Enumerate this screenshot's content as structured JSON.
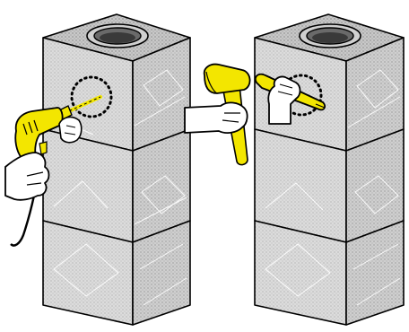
{
  "diagram": {
    "panels": [
      {
        "tool": "power-drill",
        "column_blocks": 3,
        "marked_hole": "dotted-circle",
        "flue_opening": "top-round-opening"
      },
      {
        "tool": "hammer-and-chisel",
        "column_blocks": 3,
        "marked_hole": "dotted-circle",
        "flue_opening": "top-round-opening"
      }
    ],
    "colors": {
      "tool_yellow": "#f3e600",
      "block_front_gray": "#d9d9d9",
      "block_side_gray": "#cdcdcd",
      "block_top_gray": "#c4c4c4",
      "outline": "#000000",
      "hand_fill": "#ffffff"
    },
    "icons": {
      "drill": "power-drill-icon",
      "hammer": "hammer-icon",
      "chisel": "chisel-icon",
      "hand": "hand-icon"
    }
  }
}
